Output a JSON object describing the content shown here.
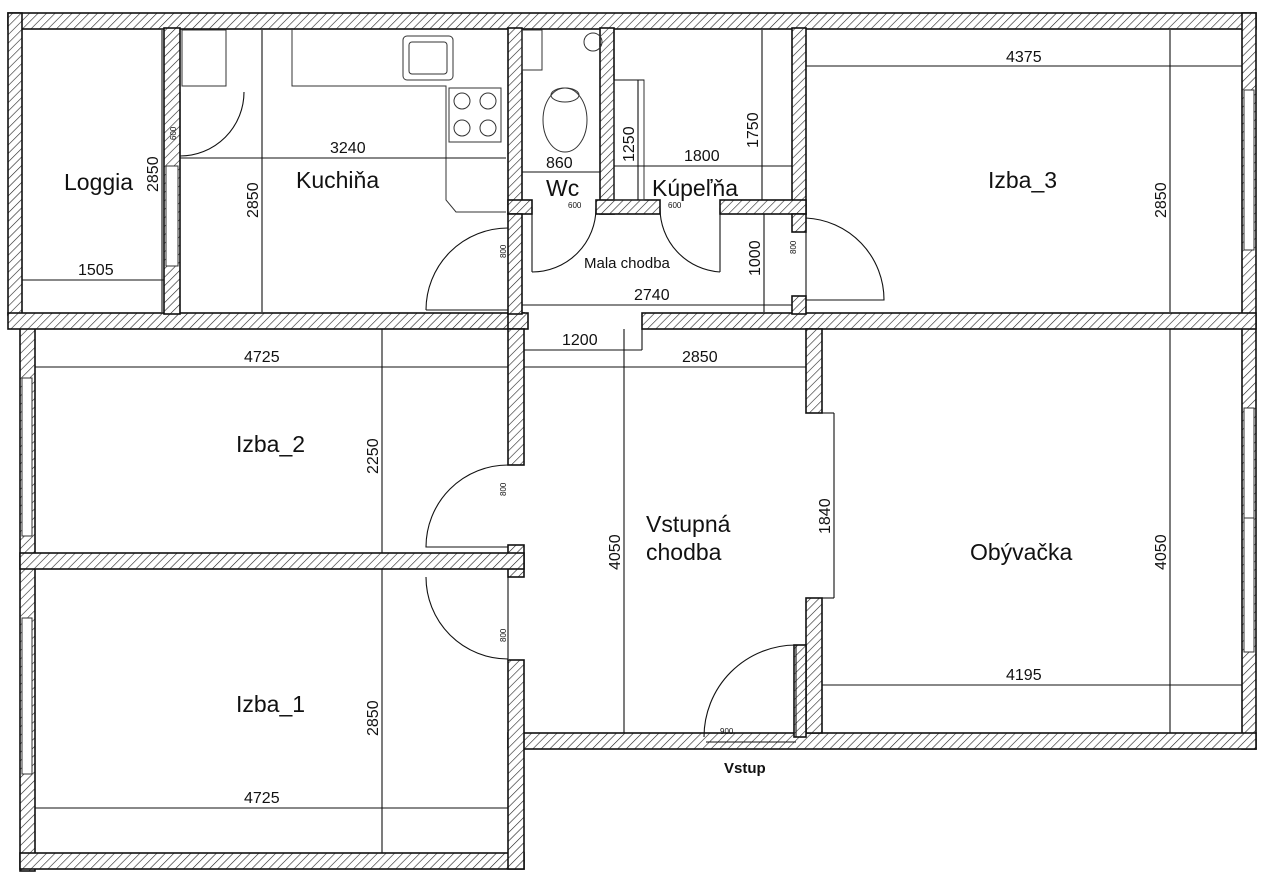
{
  "rooms": {
    "loggia": "Loggia",
    "kitchen": "Kuchiňa",
    "wc": "Wc",
    "bathroom": "Kúpeľňa",
    "room3": "Izba_3",
    "small_hall": "Mala chodba",
    "room2": "Izba_2",
    "entry_hall_line1": "Vstupná",
    "entry_hall_line2": "chodba",
    "living": "Obývačka",
    "room1": "Izba_1",
    "entrance": "Vstup"
  },
  "dimensions": {
    "loggia_height": "2850",
    "loggia_width": "1505",
    "kitchen_width": "3240",
    "kitchen_height": "2850",
    "wc_width": "860",
    "bath_height_a": "1250",
    "bath_width": "1800",
    "bath_height_b": "1750",
    "room3_width": "4375",
    "room3_height": "2850",
    "small_hall_width": "2740",
    "small_hall_height": "1000",
    "hall_offset": "1200",
    "entry_hall_width": "2850",
    "room2_width": "4725",
    "room2_height": "2250",
    "entry_hall_height": "4050",
    "living_opening": "1840",
    "living_height": "4050",
    "living_width": "4195",
    "room1_height": "2850",
    "room1_width": "4725"
  },
  "doors": {
    "d600": "600",
    "d800": "800",
    "d900": "900"
  }
}
